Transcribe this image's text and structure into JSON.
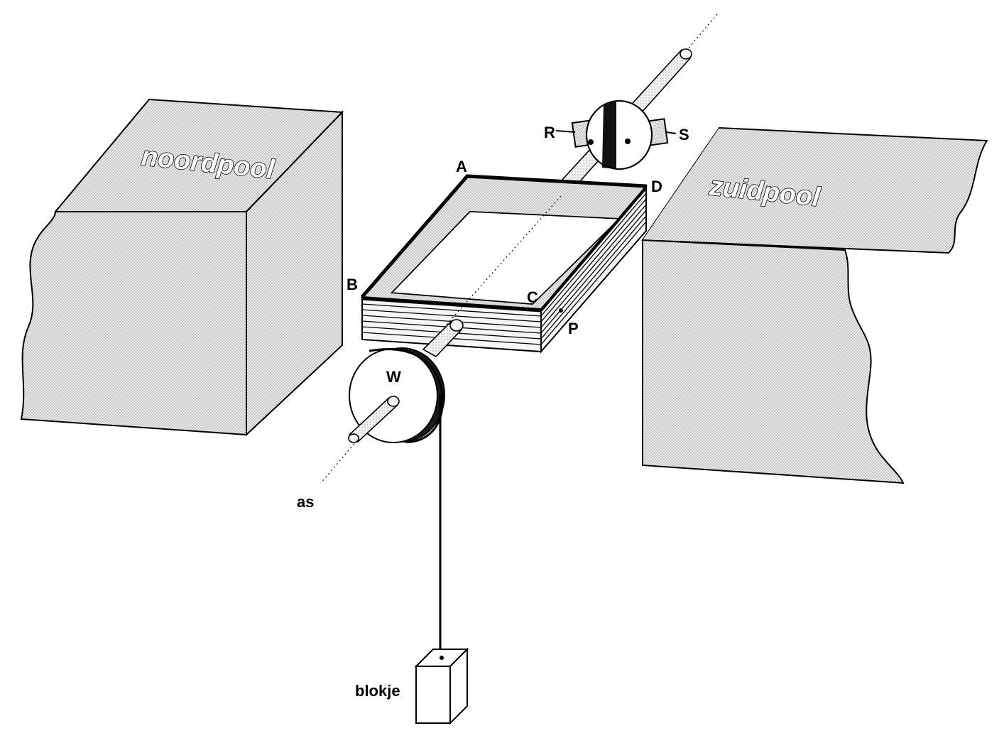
{
  "labels": {
    "north_pole": "noordpool",
    "south_pole": "zuidpool",
    "A": "A",
    "B": "B",
    "C": "C",
    "D": "D",
    "P": "P",
    "R": "R",
    "S": "S",
    "W": "W",
    "axis": "as",
    "block": "blokje"
  }
}
